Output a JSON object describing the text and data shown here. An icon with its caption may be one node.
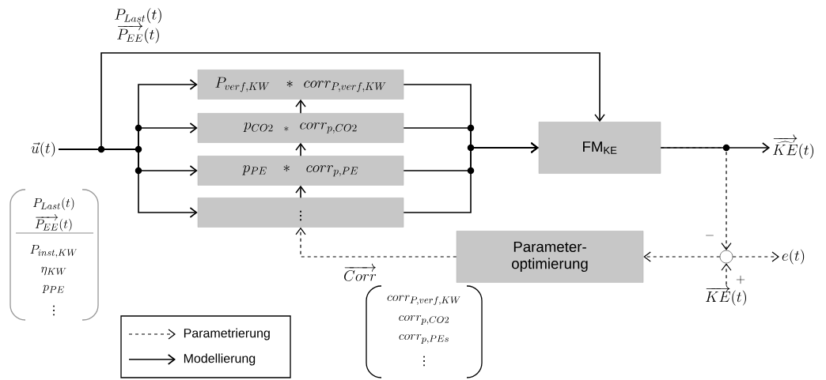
{
  "diagram": {
    "nodes": [
      {
        "text": [
          "\\vec{u}(t)"
        ]
      },
      {
        "text": [
          "P_{verf,KW}\\;\\;*\\;corr_{P,verf,KW}"
        ]
      },
      {
        "text": [
          "p_{CO2}\\;{}_{*}\\;corr_{p,CO2}"
        ]
      },
      {
        "text": [
          "p_{PE}\\;*\\;corr_{p,PE}"
        ]
      },
      {
        "text": [
          "\\vdots"
        ]
      },
      {
        "text": [
          "FM$_{KE}$"
        ]
      },
      {
        "text": [
          "\\overrightarrow{\\widehat{KE}}(t)"
        ]
      },
      {
        "text": [
          "Parameter- optimierung"
        ]
      },
      {
        "text": [],
        "shape": "circle"
      },
      {
        "text": [
          "e(t)"
        ]
      },
      {
        "text": [
          "\\overrightarrow{KE}(t)"
        ]
      }
    ],
    "edges": [
      {
        "from": 0,
        "to": 5,
        "arrow": "to",
        "label": "\\begin{array}{c}P_{Last}(t)\\\\\\overrightarrow{P_{EE}}(t)\\end{array}"
      },
      {
        "from": 0,
        "to": 1,
        "arrow": "to"
      },
      {
        "from": 0,
        "to": 2,
        "arrow": "to"
      },
      {
        "from": 0,
        "to": 3,
        "arrow": "to"
      },
      {
        "from": 0,
        "to": 4,
        "arrow": "to"
      },
      {
        "from": 1,
        "to": 5,
        "arrow": "to"
      },
      {
        "from": 2,
        "to": 5,
        "arrow": "to"
      },
      {
        "from": 3,
        "to": 5,
        "arrow": "to"
      },
      {
        "from": 4,
        "to": 5,
        "arrow": "to"
      },
      {
        "from": 5,
        "to": 6,
        "arrow": "to"
      },
      {
        "from": 5,
        "to": 8,
        "arrow": "to",
        "style": "dashed"
      },
      {
        "from": 10,
        "to": 8,
        "arrow": "to",
        "style": "dashed"
      },
      {
        "from": 8,
        "to": 9,
        "arrow": "to",
        "style": "dashed"
      },
      {
        "from": 8,
        "to": 7,
        "arrow": "to",
        "style": "dashed"
      },
      {
        "from": 7,
        "to": 4,
        "arrow": "to",
        "style": "dashed",
        "label": "\\overrightarrow{Corr}"
      },
      {
        "from": 4,
        "to": 3,
        "arrow": "to"
      },
      {
        "from": 3,
        "to": 2,
        "arrow": "to"
      },
      {
        "from": 2,
        "to": 1,
        "arrow": "to"
      }
    ],
    "labels": [
      "P_{Last}(t)",
      "\\overrightarrow{P_{EE}}(t)",
      "P_{inst,KW}",
      "\\eta_{KW}",
      "p_{PE}",
      "\\vdots",
      "-",
      "+",
      "corr_{P,verf,KW}",
      "corr_{p,CO2}",
      "corr_{p,PEs}",
      "\\vdots"
    ],
    "legend": [
      {
        "text": "Parametrierung"
      },
      {
        "text": "Modellierung"
      }
    ]
  }
}
